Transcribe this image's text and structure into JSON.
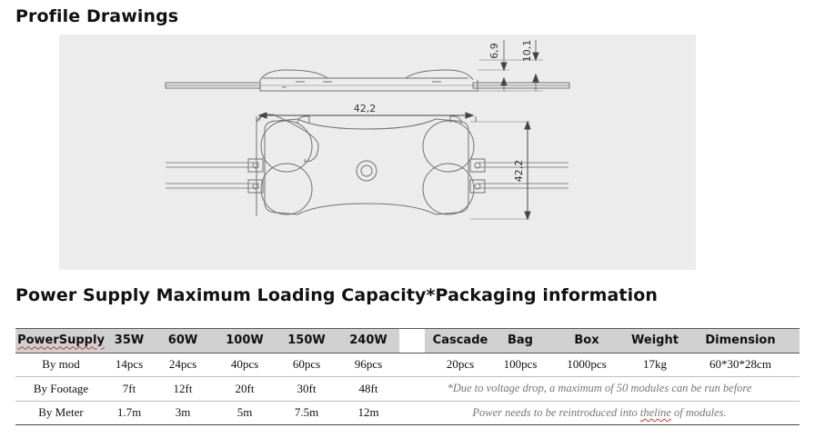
{
  "sections": {
    "profile_title": "Profile Drawings",
    "capacity_title": "Power Supply Maximum Loading Capacity*Packaging information"
  },
  "drawing": {
    "dim_height_1": "6,9",
    "dim_height_2": "10,1",
    "dim_width": "42,2",
    "dim_length": "42,2"
  },
  "table": {
    "headers": [
      "PowerSupply",
      "35W",
      "60W",
      "100W",
      "150W",
      "240W",
      "",
      "Cascade",
      "Bag",
      "Box",
      "Weight",
      "Dimension"
    ],
    "rows": [
      {
        "label": "By mod",
        "values": [
          "14pcs",
          "24pcs",
          "40pcs",
          "60pcs",
          "96pcs"
        ],
        "cascade": "20pcs",
        "bag": "100pcs",
        "box": "1000pcs",
        "weight": "17kg",
        "dimension": "60*30*28cm"
      },
      {
        "label": "By Footage",
        "values": [
          "7ft",
          "12ft",
          "20ft",
          "30ft",
          "48ft"
        ],
        "note": "*Due to voltage drop, a maximum of 50 modules can be run before"
      },
      {
        "label": "By Meter",
        "values": [
          "1.7m",
          "3m",
          "5m",
          "7.5m",
          "12m"
        ],
        "note_before": "Power needs to be reintroduced into ",
        "note_squiggly": "theline",
        "note_after": " of modules."
      }
    ]
  }
}
